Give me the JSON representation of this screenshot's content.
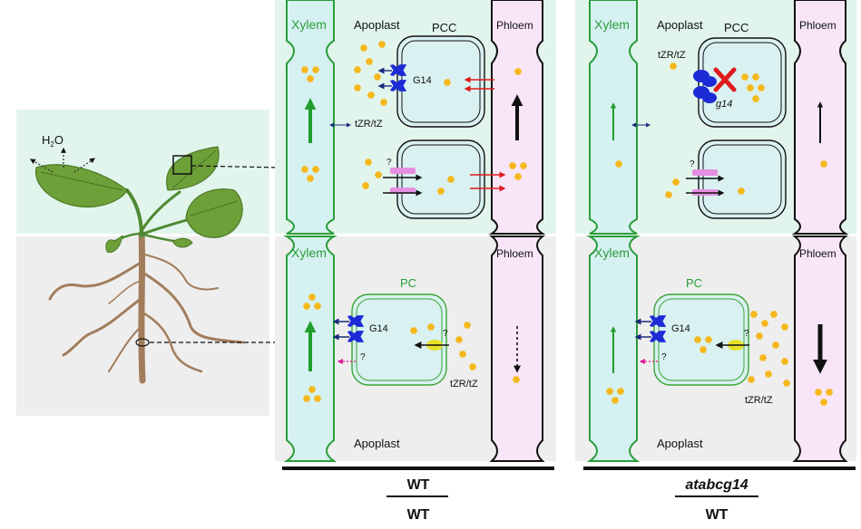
{
  "labels": {
    "xylem": "Xylem",
    "phloem": "Phloem",
    "apoplast": "Apoplast",
    "pcc": "PCC",
    "pc": "PC",
    "g14": "G14",
    "g14_mutant": "g14",
    "tzr": "tZR/tZ",
    "question": "?",
    "h2o_main": "H",
    "h2o_sub": "2",
    "h2o_tail": "O"
  },
  "captions": {
    "left_scion": "WT",
    "left_rootstock": "WT",
    "right_scion": "atabcg14",
    "right_rootstock": "WT"
  },
  "colors": {
    "shoot_bg": "#e2f5ec",
    "root_bg": "#eeeeee",
    "xylem_fill": "#d6f1f1",
    "xylem_stroke": "#2a9d3a",
    "phloem_fill": "#f8e6f8",
    "cell_fill": "#d9f1f1",
    "pc_stroke": "#3aa535",
    "cytokinin": "#f5b81c",
    "transporter": "#1d2bd6",
    "influx": "#e0109a",
    "red_arrow": "#e01b1b",
    "green_arrow": "#1f9e2c",
    "purine_carrier": "#e7e02a"
  }
}
